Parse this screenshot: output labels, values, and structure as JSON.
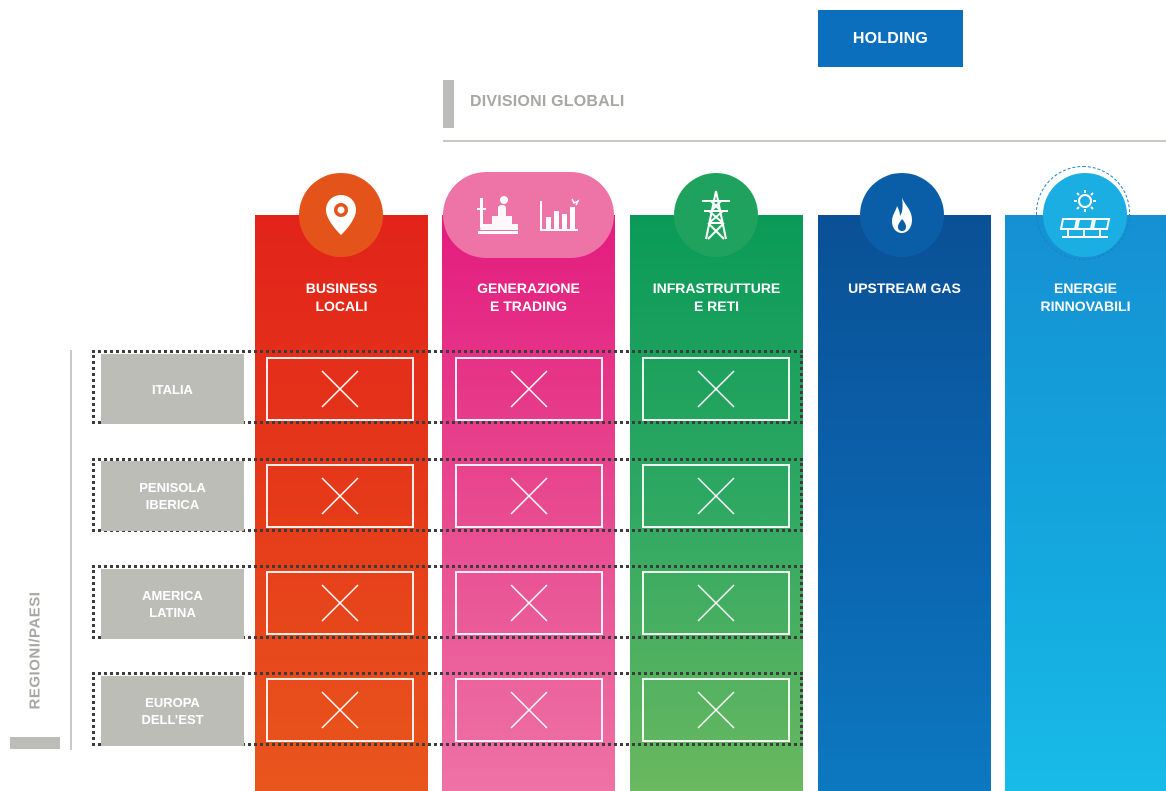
{
  "holding": {
    "label": "HOLDING"
  },
  "global_divisions": {
    "label": "DIVISIONI GLOBALI",
    "columns": [
      {
        "title_line1": "BUSINESS",
        "title_line2": "LOCALI",
        "icon": "location-pin-icon",
        "color": "#e2231a"
      },
      {
        "title_line1": "GENERAZIONE",
        "title_line2": "E TRADING",
        "icon": "power-plant-and-chart-icon",
        "color": "#e31b7e"
      },
      {
        "title_line1": "INFRASTRUTTURE",
        "title_line2": "E RETI",
        "icon": "transmission-tower-icon",
        "color": "#0a9a58"
      },
      {
        "title_line1": "UPSTREAM GAS",
        "title_line2": "",
        "icon": "flame-icon",
        "color": "#0a5096"
      },
      {
        "title_line1": "ENERGIE",
        "title_line2": "RINNOVABILI",
        "icon": "sun-solar-panels-icon",
        "color": "#1590d3"
      }
    ]
  },
  "regions": {
    "label": "REGIONI/PAESI",
    "rows": [
      {
        "line1": "ITALIA",
        "line2": ""
      },
      {
        "line1": "PENISOLA",
        "line2": "IBERICA"
      },
      {
        "line1": "AMERICA",
        "line2": "LATINA"
      },
      {
        "line1": "EUROPA",
        "line2": "DELL’EST"
      }
    ]
  },
  "cell_mark": "cross-icon",
  "colors": {
    "grey": "#bdbdb8",
    "holding_blue": "#0b6fbd"
  }
}
